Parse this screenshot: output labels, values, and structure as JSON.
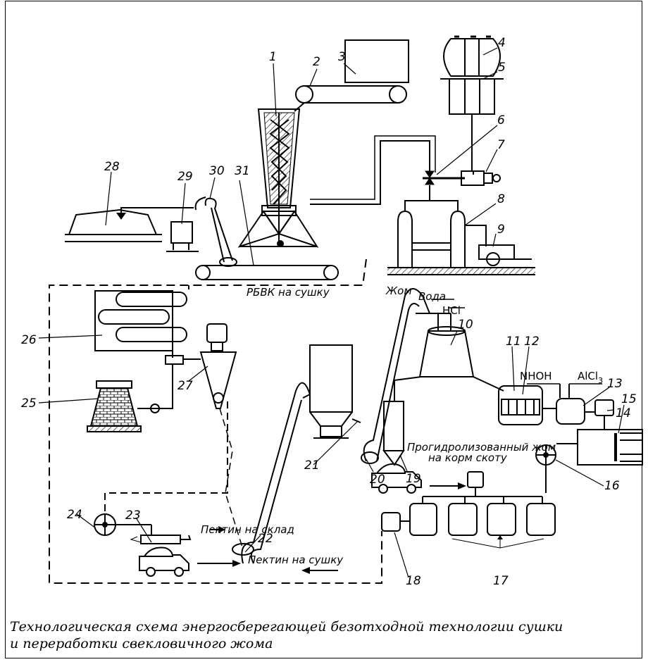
{
  "numbers": [
    "1",
    "2",
    "3",
    "4",
    "5",
    "6",
    "7",
    "8",
    "9",
    "10",
    "11",
    "12",
    "13",
    "14",
    "15",
    "16",
    "17",
    "18",
    "19",
    "20",
    "21",
    "22",
    "23",
    "24",
    "25",
    "26",
    "27",
    "28",
    "29",
    "30",
    "31"
  ],
  "labels": {
    "rbvk": "РБВК на сушку",
    "zhom": "Жом",
    "voda": "Вода",
    "hcl": "HCl",
    "nhoh": "NHOH",
    "alcl": "AlCl",
    "alcl_sub": "3",
    "progidr_1": "Прогидролизованный жом",
    "progidr_2": "на корм скоту",
    "pektin_sklad": "Пектин на склад",
    "pektin_sushku": "Пектин на сушку"
  },
  "caption": {
    "line1": "Технологическая схема энергосберегающей безотходной технологии сушки",
    "line2": "и переработки свекловичного жома"
  }
}
